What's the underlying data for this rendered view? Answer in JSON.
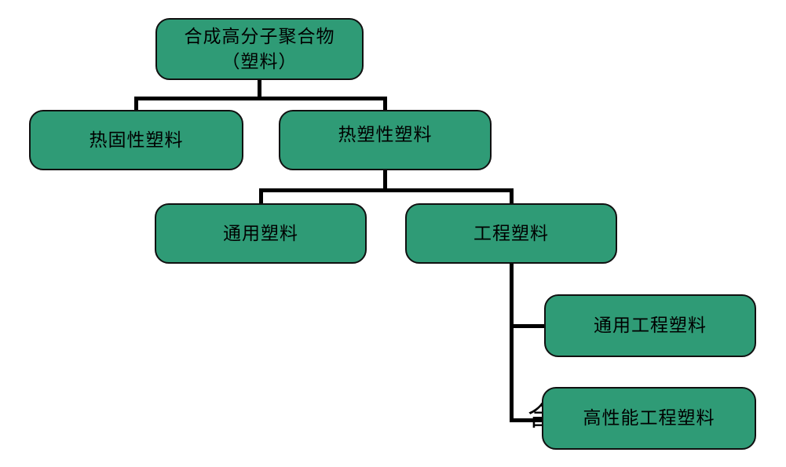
{
  "diagram": {
    "colors": {
      "background": "#FFFFFF",
      "node_fill": "#2F9B76",
      "node_border": "#101010",
      "connector": "#000000",
      "text": "#000000"
    },
    "nodes": {
      "root": {
        "line1": "合成高分子聚合物",
        "line2": "（塑料）"
      },
      "thermoset": {
        "label": "热固性塑料"
      },
      "thermoplastic": {
        "label": "热塑性塑料"
      },
      "general_plastic": {
        "label": "通用塑料"
      },
      "engineering_plastic": {
        "label": "工程塑料"
      },
      "general_engineering_plastic": {
        "label": "通用工程塑料"
      },
      "high_performance_engineering_plastic": {
        "label": "高性能工程塑料"
      }
    },
    "occluded_text": {
      "left_fragment": "合",
      "right_fragment": "）"
    }
  }
}
